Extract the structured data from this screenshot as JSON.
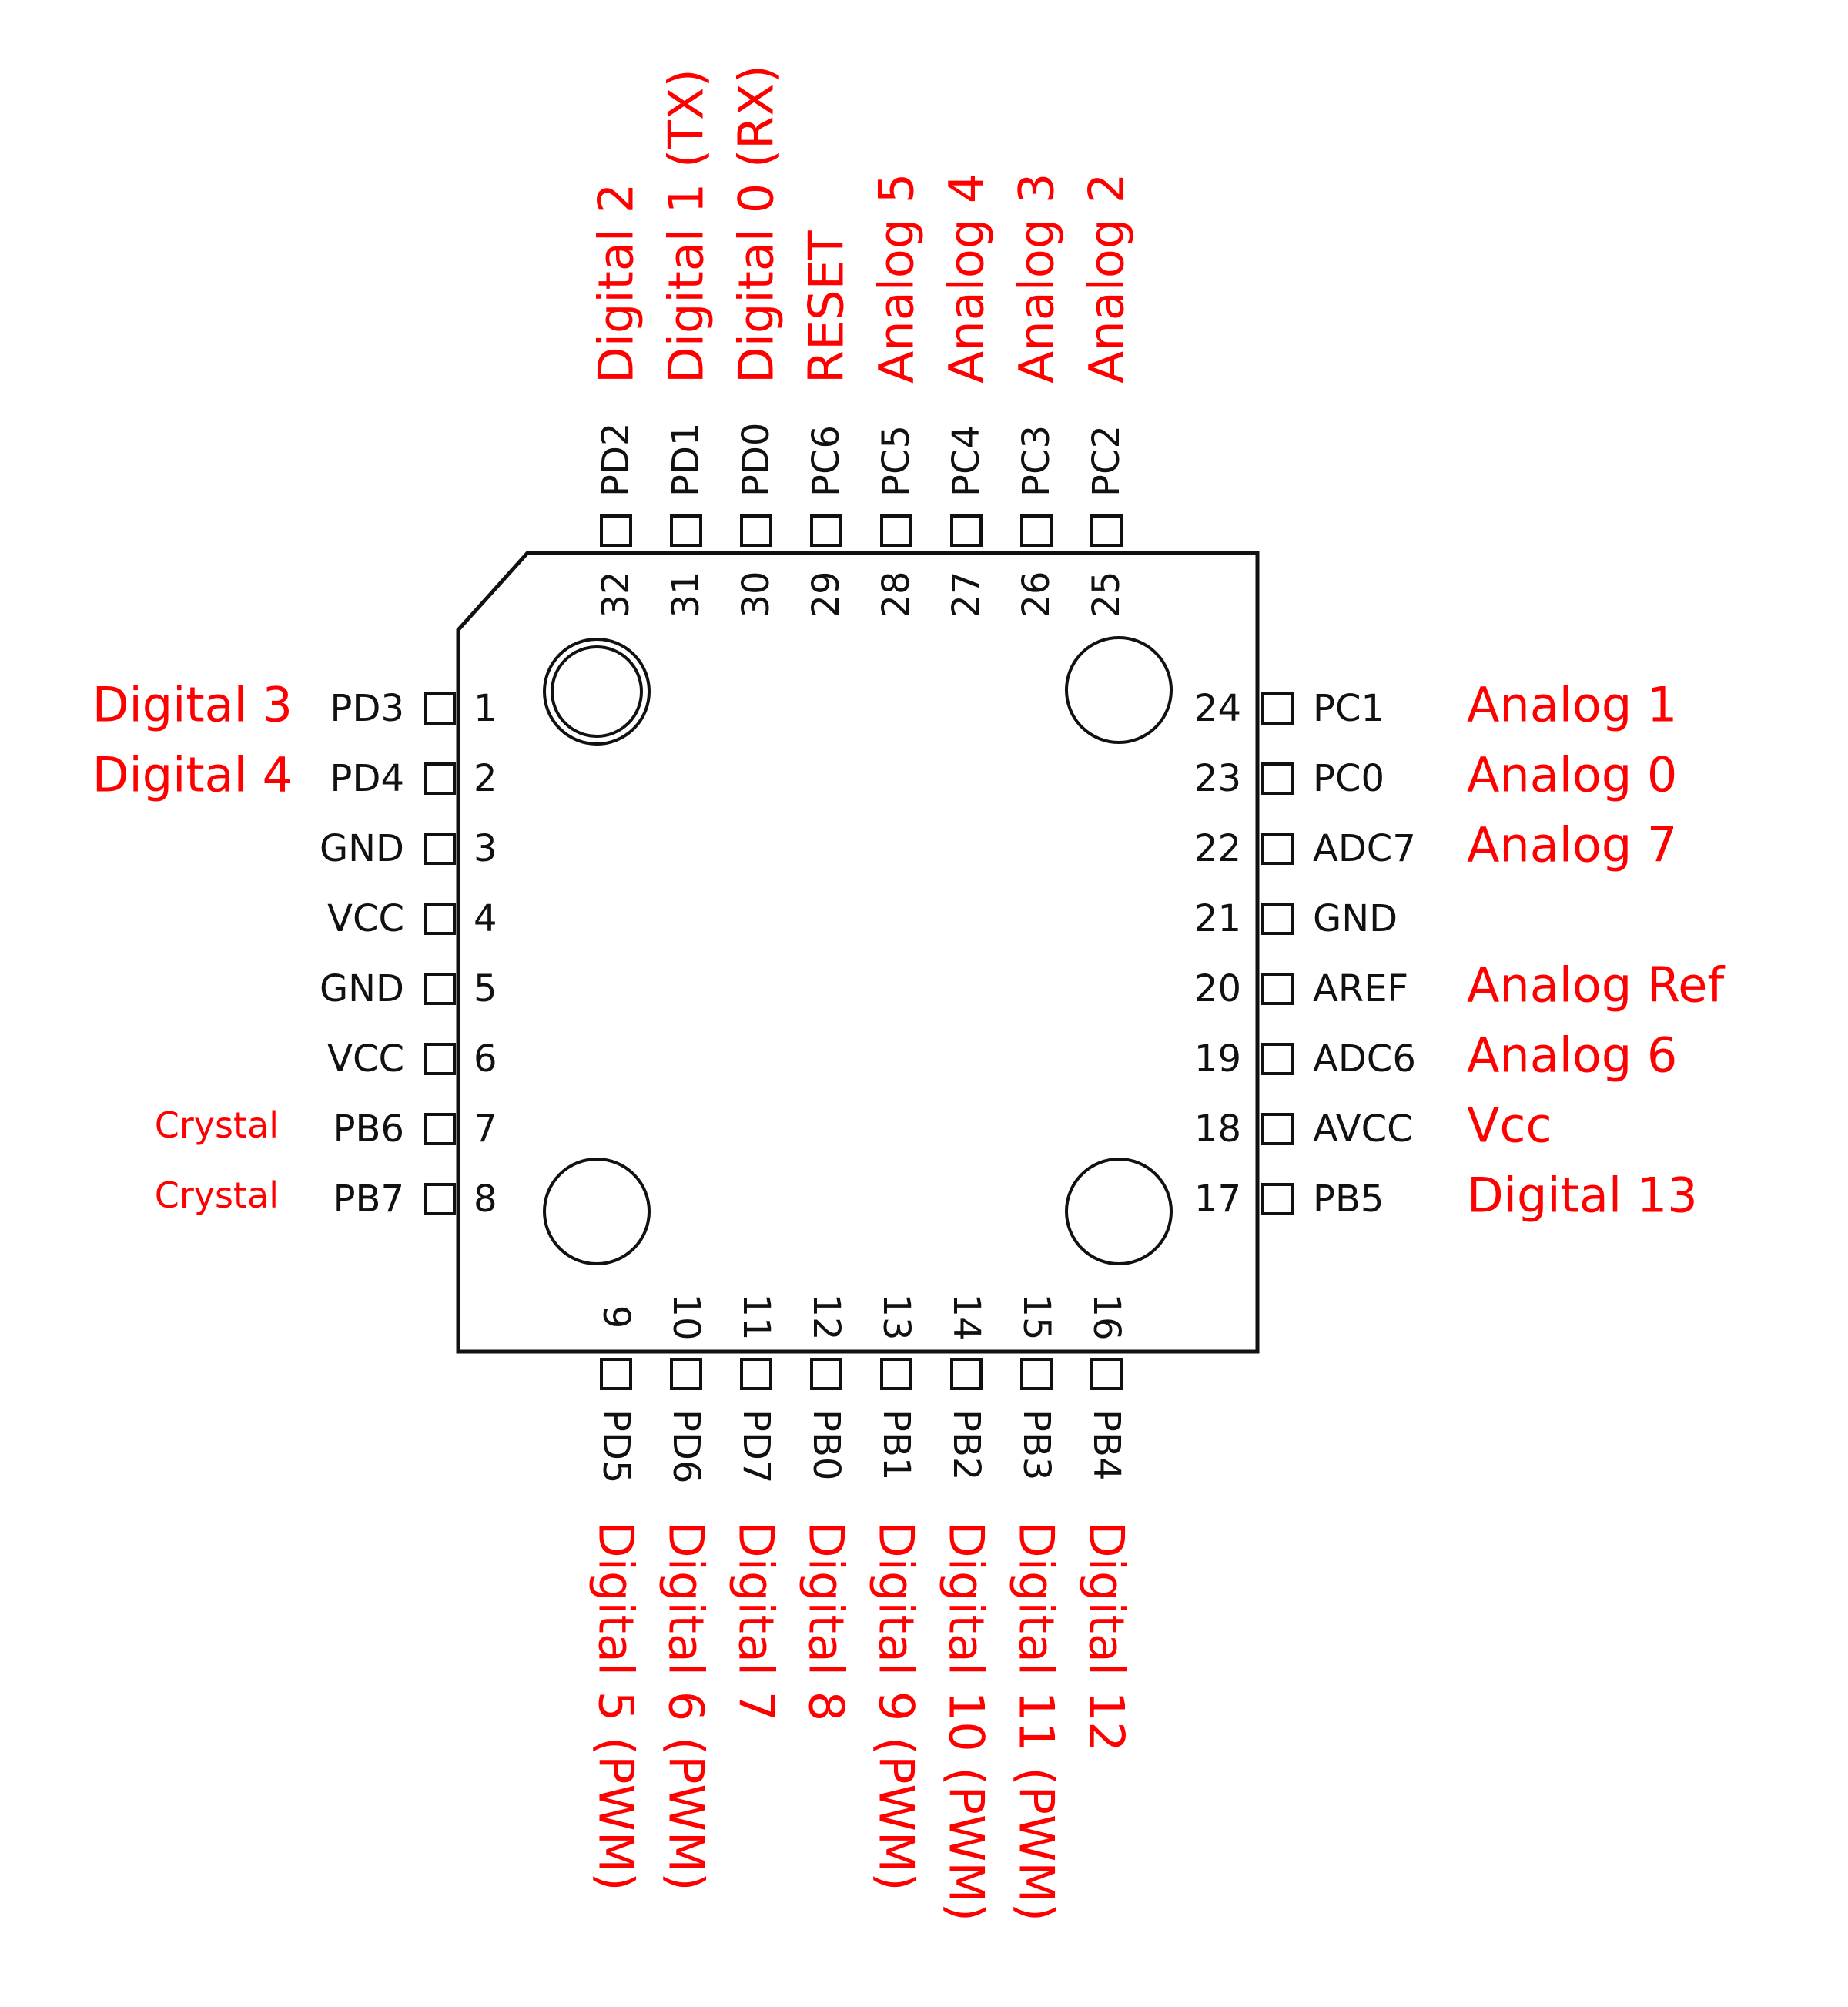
{
  "colors": {
    "function_label": "#ff0000",
    "pin_label": "#111111",
    "outline": "#111111"
  },
  "pins": [
    {
      "num": "1",
      "name": "PD3",
      "function": "Digital 3"
    },
    {
      "num": "2",
      "name": "PD4",
      "function": "Digital 4"
    },
    {
      "num": "3",
      "name": "GND",
      "function": ""
    },
    {
      "num": "4",
      "name": "VCC",
      "function": ""
    },
    {
      "num": "5",
      "name": "GND",
      "function": ""
    },
    {
      "num": "6",
      "name": "VCC",
      "function": ""
    },
    {
      "num": "7",
      "name": "PB6",
      "function": "Crystal"
    },
    {
      "num": "8",
      "name": "PB7",
      "function": "Crystal"
    },
    {
      "num": "9",
      "name": "PD5",
      "function": "Digital 5 (PWM)"
    },
    {
      "num": "10",
      "name": "PD6",
      "function": "Digital 6 (PWM)"
    },
    {
      "num": "11",
      "name": "PD7",
      "function": "Digital 7"
    },
    {
      "num": "12",
      "name": "PB0",
      "function": "Digital 8"
    },
    {
      "num": "13",
      "name": "PB1",
      "function": "Digital 9 (PWM)"
    },
    {
      "num": "14",
      "name": "PB2",
      "function": "Digital 10 (PWM)"
    },
    {
      "num": "15",
      "name": "PB3",
      "function": "Digital 11 (PWM)"
    },
    {
      "num": "16",
      "name": "PB4",
      "function": "Digital 12"
    },
    {
      "num": "17",
      "name": "PB5",
      "function": "Digital 13"
    },
    {
      "num": "18",
      "name": "AVCC",
      "function": "Vcc"
    },
    {
      "num": "19",
      "name": "ADC6",
      "function": "Analog 6"
    },
    {
      "num": "20",
      "name": "AREF",
      "function": "Analog Ref"
    },
    {
      "num": "21",
      "name": "GND",
      "function": ""
    },
    {
      "num": "22",
      "name": "ADC7",
      "function": "Analog 7"
    },
    {
      "num": "23",
      "name": "PC0",
      "function": "Analog 0"
    },
    {
      "num": "24",
      "name": "PC1",
      "function": "Analog 1"
    },
    {
      "num": "25",
      "name": "PC2",
      "function": "Analog 2"
    },
    {
      "num": "26",
      "name": "PC3",
      "function": "Analog 3"
    },
    {
      "num": "27",
      "name": "PC4",
      "function": "Analog 4"
    },
    {
      "num": "28",
      "name": "PC5",
      "function": "Analog 5"
    },
    {
      "num": "29",
      "name": "PC6",
      "function": "RESET"
    },
    {
      "num": "30",
      "name": "PD0",
      "function": "Digital 0 (RX)"
    },
    {
      "num": "31",
      "name": "PD1",
      "function": "Digital 1 (TX)"
    },
    {
      "num": "32",
      "name": "PD2",
      "function": "Digital 2"
    }
  ]
}
